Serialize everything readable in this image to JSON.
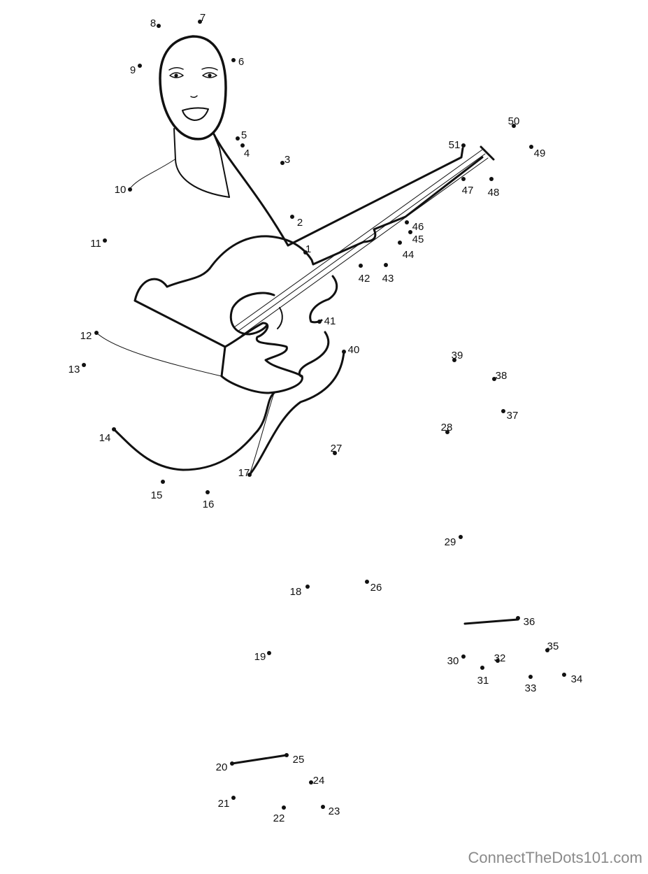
{
  "watermark": "ConnectTheDots101.com",
  "colors": {
    "ink": "#111111",
    "watermark": "#8a8a8a"
  },
  "dots": [
    {
      "n": "1"
    },
    {
      "n": "2"
    },
    {
      "n": "3"
    },
    {
      "n": "4"
    },
    {
      "n": "5"
    },
    {
      "n": "6"
    },
    {
      "n": "7"
    },
    {
      "n": "8"
    },
    {
      "n": "9"
    },
    {
      "n": "10"
    },
    {
      "n": "11"
    },
    {
      "n": "12"
    },
    {
      "n": "13"
    },
    {
      "n": "14"
    },
    {
      "n": "15"
    },
    {
      "n": "16"
    },
    {
      "n": "17"
    },
    {
      "n": "18"
    },
    {
      "n": "19"
    },
    {
      "n": "20"
    },
    {
      "n": "21"
    },
    {
      "n": "22"
    },
    {
      "n": "23"
    },
    {
      "n": "24"
    },
    {
      "n": "25"
    },
    {
      "n": "26"
    },
    {
      "n": "27"
    },
    {
      "n": "28"
    },
    {
      "n": "29"
    },
    {
      "n": "30"
    },
    {
      "n": "31"
    },
    {
      "n": "32"
    },
    {
      "n": "33"
    },
    {
      "n": "34"
    },
    {
      "n": "35"
    },
    {
      "n": "36"
    },
    {
      "n": "37"
    },
    {
      "n": "38"
    },
    {
      "n": "39"
    },
    {
      "n": "40"
    },
    {
      "n": "41"
    },
    {
      "n": "42"
    },
    {
      "n": "43"
    },
    {
      "n": "44"
    },
    {
      "n": "45"
    },
    {
      "n": "46"
    },
    {
      "n": "47"
    },
    {
      "n": "48"
    },
    {
      "n": "49"
    },
    {
      "n": "50"
    },
    {
      "n": "51"
    }
  ]
}
